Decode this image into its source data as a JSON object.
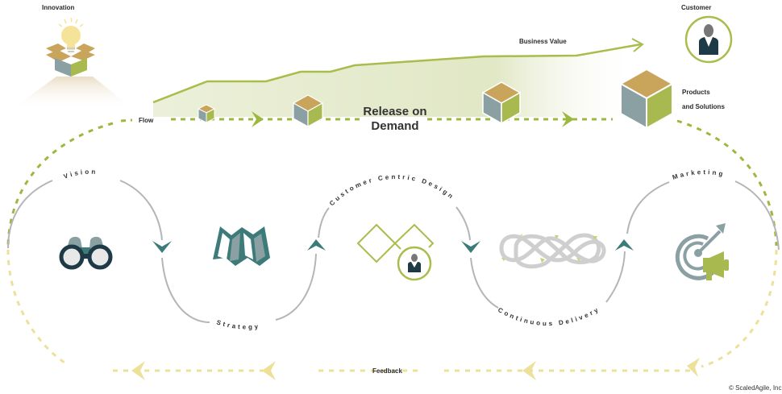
{
  "labels": {
    "innovation": "Innovation",
    "customer": "Customer",
    "business_value": "Business Value",
    "flow": "Flow",
    "release_line1": "Release on",
    "release_line2": "Demand",
    "products_line1": "Products",
    "products_line2": "and Solutions",
    "feedback": "Feedback",
    "copyright": "© ScaledAgile, Inc."
  },
  "cycle": {
    "vision": "Vision",
    "strategy": "Strategy",
    "customer_centric_design": "Customer Centric Design",
    "continuous_delivery": "Continuous Delivery",
    "marketing": "Marketing"
  },
  "colors": {
    "green": "#9db83f",
    "light_green": "#b2c15a",
    "yellow": "#ede19a",
    "teal": "#3d7b7b",
    "dark_navy": "#1e3a46",
    "gray_blue": "#8aa0a3",
    "tan": "#c9a55c",
    "gray": "#b5b5b5"
  }
}
